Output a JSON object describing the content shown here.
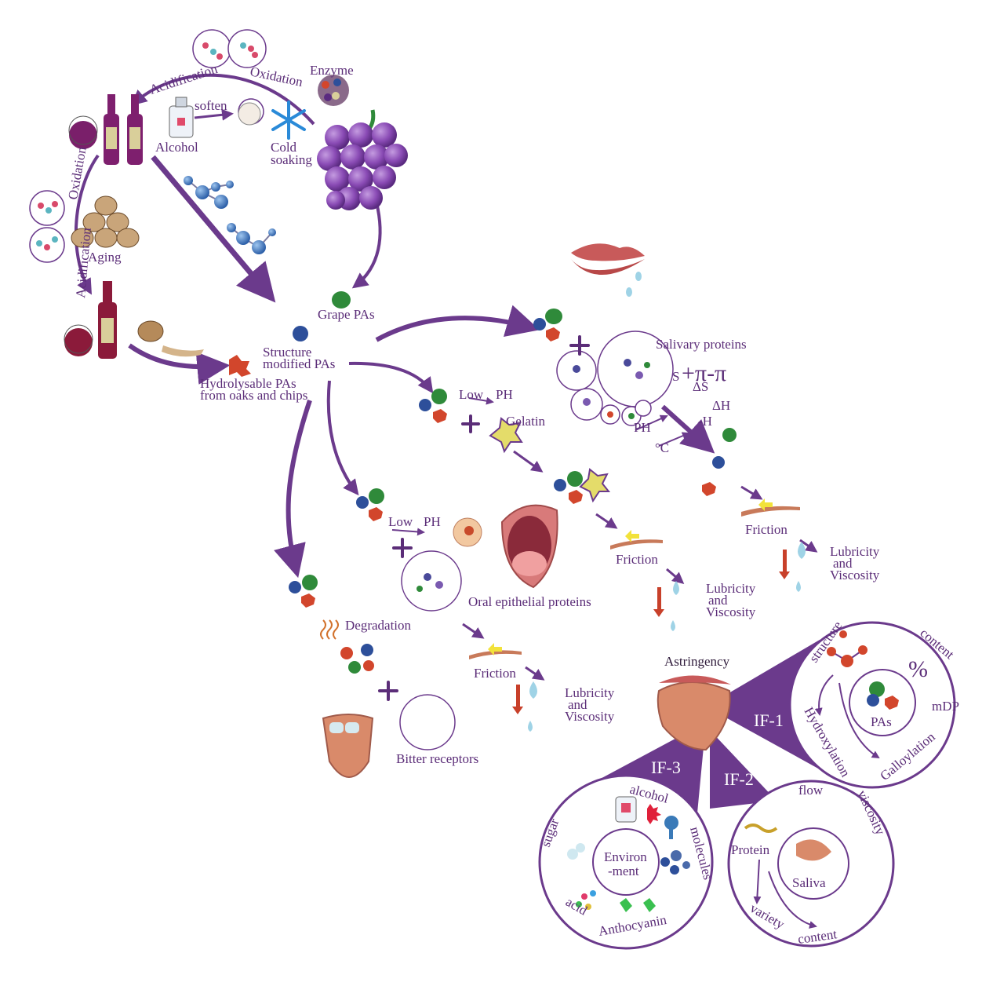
{
  "labels": {
    "acidification_top": "Acidification",
    "oxidation_top": "Oxidation",
    "enzyme": "Enzyme",
    "soften": "soften",
    "alcohol": "Alcohol",
    "cold_soaking_1": "Cold",
    "cold_soaking_2": "soaking",
    "oxidation_left": "Oxidation",
    "acidification_left": "Acidification",
    "aging": "Aging",
    "grape_pas": "Grape PAs",
    "structure_modified_1": "Structure",
    "structure_modified_2": "modified PAs",
    "hydrolysable_1": "Hydrolysable PAs",
    "hydrolysable_2": "from oaks and chips",
    "salivary_proteins": "Salivary proteins",
    "s_plus": "S",
    "pi_pi": "+π-π",
    "delta_s": "ΔS",
    "delta_h": "ΔH",
    "minus_h": "-H",
    "ph": "PH",
    "deg_c": "°C",
    "low_ph_1": "Low",
    "ph_1": "PH",
    "gelatin": "Gelatin",
    "friction_1": "Friction",
    "lubricity_1": "Lubricity",
    "and_1": "and",
    "viscosity_1": "Viscosity",
    "friction_2": "Friction",
    "lubricity_2": "Lubricity",
    "and_2": "and",
    "viscosity_2": "Viscosity",
    "low_ph_2": "Low",
    "ph_2": "PH",
    "oral_epithelial": "Oral epithelial proteins",
    "friction_3": "Friction",
    "lubricity_3": "Lubricity",
    "and_3": "and",
    "viscosity_3": "Viscosity",
    "degradation": "Degradation",
    "bitter_receptors": "Bitter receptors",
    "astringency": "Astringency",
    "if1": "IF-1",
    "if2": "IF-2",
    "if3": "IF-3",
    "structure": "structure",
    "content_top": "content",
    "percent": "%",
    "pas": "PAs",
    "mdp": "mDP",
    "hydroxylation": "Hydroxylation",
    "galloylation": "Galloylation",
    "flow": "flow",
    "viscosity_if2": "viscosity",
    "protein": "Protein",
    "saliva": "Saliva",
    "variety": "variety",
    "content_if2": "content",
    "alcohol_if3": "alcohol",
    "sugar": "sugar",
    "environ_1": "Environ",
    "environ_2": "-ment",
    "molecules": "molecules",
    "acid": "acid",
    "anthocyanin": "Anthocyanin"
  },
  "colors": {
    "purple": "#6b3a8c",
    "deep_purple": "#5b2d78",
    "grape": "#8a4bb5",
    "wine": "#8b1a3a",
    "pa_green": "#2f8a3a",
    "pa_blue": "#2d4f9a",
    "pa_red": "#d2462c",
    "tongue": "#d98a6a",
    "water": "#9fd3e6"
  }
}
